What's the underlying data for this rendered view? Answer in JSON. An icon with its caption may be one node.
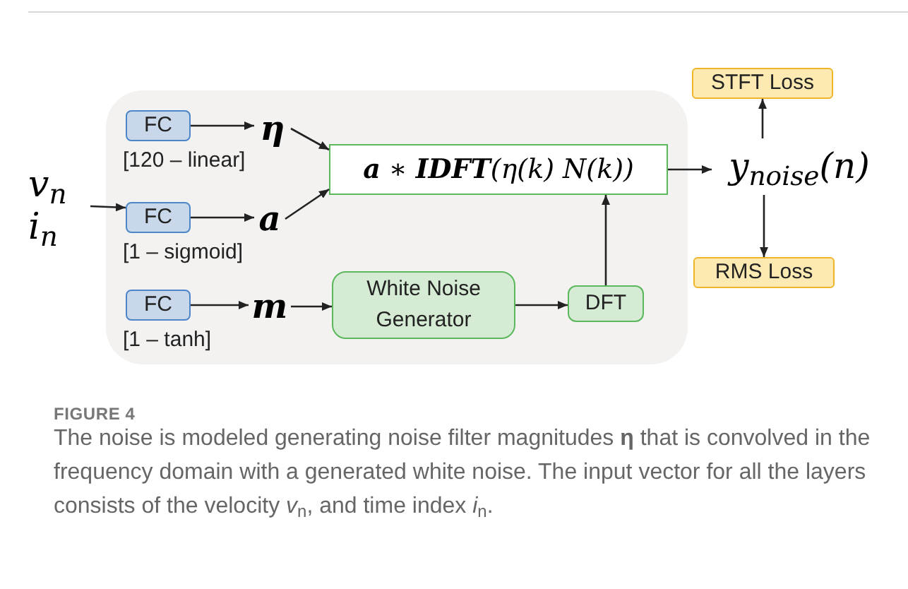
{
  "diagram": {
    "caption": "The noise is modeled generating noise filter magnitudes **η** that is convolved in the frequency domain with a generated white noise. The input vector for all the layers consists of the velocity *v*$_{n}$, and time index *i*$_{n}$.",
    "nodes": [
      {
        "text": [],
        "shape": "box"
      },
      {
        "text": [
          "v$_{n}$",
          "i$_{n}$"
        ]
      },
      {
        "text": [
          "FC"
        ],
        "in": 0,
        "beside": [
          "[120 – linear]"
        ]
      },
      {
        "text": [
          "FC"
        ],
        "in": 0,
        "beside": [
          "[1 – sigmoid]"
        ]
      },
      {
        "text": [
          "FC"
        ],
        "in": 0,
        "beside": [
          "[1 – tanh]"
        ]
      },
      {
        "text": [
          "η"
        ],
        "in": 0
      },
      {
        "text": [
          "a"
        ],
        "in": 0
      },
      {
        "text": [
          "m"
        ],
        "in": 0
      },
      {
        "text": [
          "**a** ∗ **IDFT**(η(k) N(k))"
        ],
        "in": 0
      },
      {
        "text": [
          "White Noise Generator"
        ],
        "in": 0
      },
      {
        "text": [
          "DFT"
        ],
        "in": 0
      },
      {
        "text": [
          "y$_{noise}$(n)"
        ]
      },
      {
        "text": [
          "STFT Loss"
        ]
      },
      {
        "text": [
          "RMS Loss"
        ]
      }
    ],
    "edges": [
      {
        "from": 1,
        "to": 3,
        "arrow": "to"
      },
      {
        "from": 2,
        "to": 5,
        "arrow": "to"
      },
      {
        "from": 5,
        "to": 8,
        "arrow": "to"
      },
      {
        "from": 3,
        "to": 6,
        "arrow": "to"
      },
      {
        "from": 6,
        "to": 8,
        "arrow": "to"
      },
      {
        "from": 4,
        "to": 7,
        "arrow": "to"
      },
      {
        "from": 7,
        "to": 9,
        "arrow": "to"
      },
      {
        "from": 9,
        "to": 10,
        "arrow": "to"
      },
      {
        "from": 10,
        "to": 8,
        "arrow": "to"
      },
      {
        "from": 8,
        "to": 11,
        "arrow": "to"
      },
      {
        "from": 11,
        "to": 12,
        "arrow": "to"
      },
      {
        "from": 11,
        "to": 13,
        "arrow": "to"
      }
    ],
    "labels": [
      "FIGURE 4"
    ]
  }
}
